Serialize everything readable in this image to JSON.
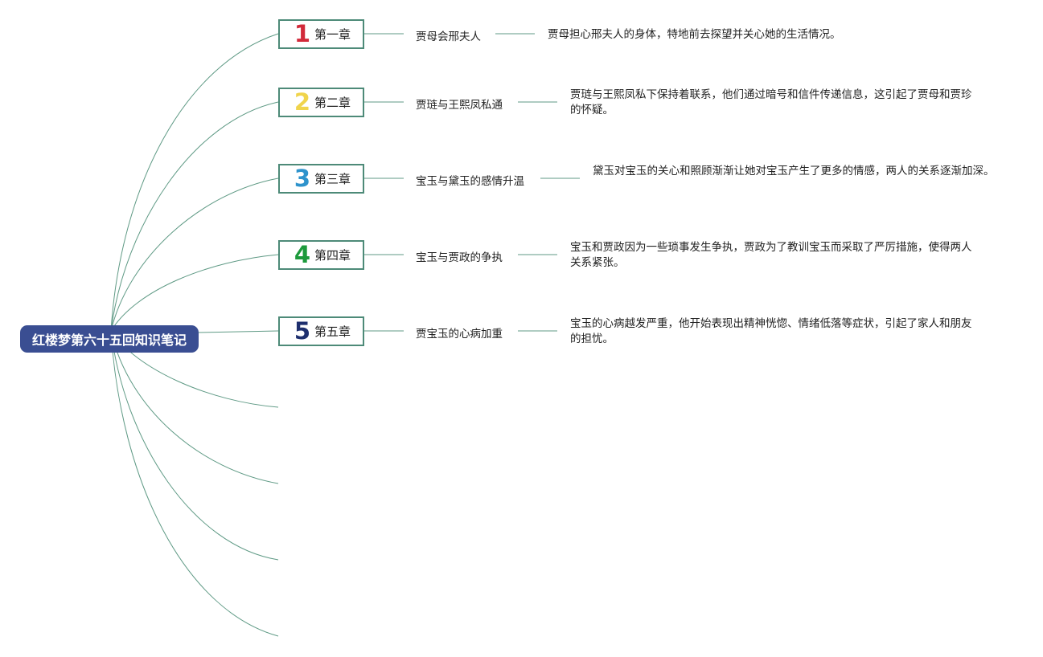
{
  "root": {
    "label": "红楼梦第六十五回知识笔记"
  },
  "chapters": [
    {
      "num": "1",
      "num_color": "#d22a3a",
      "label": "第一章",
      "title": "贾母会邢夫人",
      "desc": "贾母担心邢夫人的身体，特地前去探望并关心她的生活情况。"
    },
    {
      "num": "2",
      "num_color": "#f0d44c",
      "label": "第二章",
      "title": "贾琏与王熙凤私通",
      "desc": "贾琏与王熙凤私下保持着联系，他们通过暗号和信件传递信息，这引起了贾母和贾珍的怀疑。"
    },
    {
      "num": "3",
      "num_color": "#2e93cc",
      "label": "第三章",
      "title": "宝玉与黛玉的感情升温",
      "desc": "黛玉对宝玉的关心和照顾渐渐让她对宝玉产生了更多的情感，两人的关系逐渐加深。"
    },
    {
      "num": "4",
      "num_color": "#1d9a3c",
      "label": "第四章",
      "title": "宝玉与贾政的争执",
      "desc": "宝玉和贾政因为一些琐事发生争执，贾政为了教训宝玉而采取了严厉措施，使得两人关系紧张。"
    },
    {
      "num": "5",
      "num_color": "#1e2f6e",
      "label": "第五章",
      "title": "贾宝玉的心病加重",
      "desc": "宝玉的心病越发严重，他开始表现出精神恍惚、情绪低落等症状，引起了家人和朋友的担忧。"
    }
  ],
  "colors": {
    "connector": "#5f9a85",
    "root_bg": "#3a4e92",
    "box_border": "#4d8a78"
  }
}
